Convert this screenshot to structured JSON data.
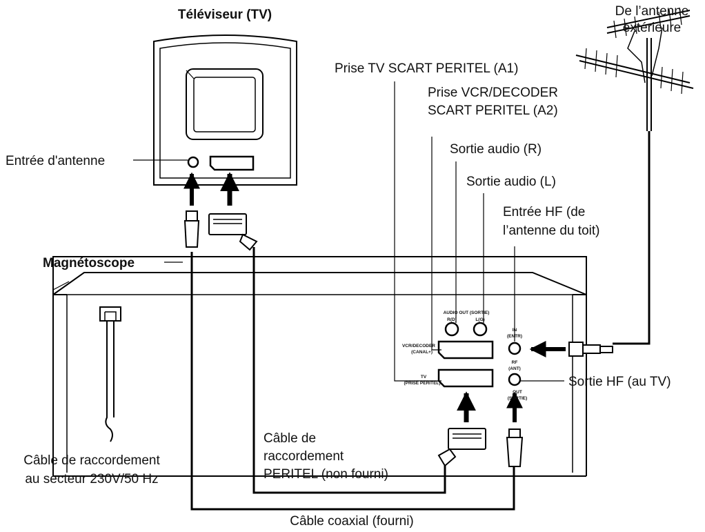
{
  "diagram": {
    "tv_title": "Téléviseur (TV)",
    "vcr_title": "Magnétoscope",
    "antenna_source": [
      "De l’antenne",
      "extérieure"
    ],
    "tv_antenna_input": "Entrée d'antenne",
    "scart_tv": "Prise TV SCART PERITEL (A1)",
    "scart_vcr_decoder": [
      "Prise VCR/DECODER",
      "SCART PERITEL (A2)"
    ],
    "audio_out_r": "Sortie audio (R)",
    "audio_out_l": "Sortie audio (L)",
    "rf_in": [
      "Entrée HF (de",
      "l’antenne du toit)"
    ],
    "rf_out": "Sortie HF (au TV)",
    "power_cable": [
      "Câble de raccordement",
      "au secteur 230V/50 Hz"
    ],
    "scart_cable": [
      "Câble de",
      "raccordement",
      "PERITEL (non fourni)"
    ],
    "coax_cable": "Câble coaxial (fourni)",
    "panel": {
      "audio_out": "AUDIO OUT (SORTIE)",
      "r": "R(D)",
      "l": "L(G)",
      "vcr_decoder": "VCR/DECODER",
      "canal": "(CANAL+)",
      "tv": "TV",
      "prise_peritel": "(PRISE PERITEL)",
      "in": "IN",
      "entr": "(ENTR)",
      "rf": "RF",
      "ant": "(ANT)",
      "out": "OUT",
      "sortie": "(SORTIE)"
    }
  }
}
